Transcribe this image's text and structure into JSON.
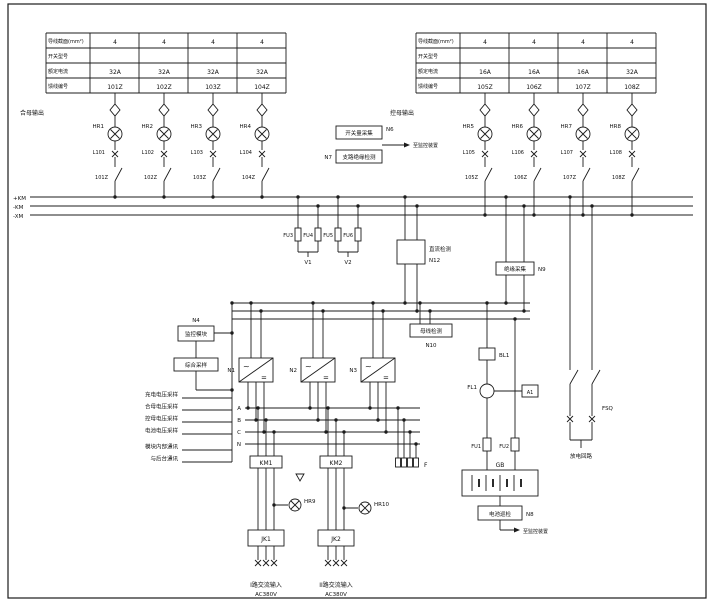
{
  "colors": {
    "ink": "#1c1c1c",
    "background": "#ffffff"
  },
  "tables": {
    "row_headers": [
      "导线截面(mm²)",
      "开关型号",
      "额定电流",
      "馈线编号"
    ],
    "left": {
      "group_label": "合母输出",
      "columns": [
        {
          "section": "4",
          "model": "",
          "current": "32A",
          "feeder": "101Z",
          "lamp": "HR1",
          "cable": "L101",
          "sw": "101Z"
        },
        {
          "section": "4",
          "model": "",
          "current": "32A",
          "feeder": "102Z",
          "lamp": "HR2",
          "cable": "L102",
          "sw": "102Z"
        },
        {
          "section": "4",
          "model": "",
          "current": "32A",
          "feeder": "103Z",
          "lamp": "HR3",
          "cable": "L103",
          "sw": "103Z"
        },
        {
          "section": "4",
          "model": "",
          "current": "32A",
          "feeder": "104Z",
          "lamp": "HR4",
          "cable": "L104",
          "sw": "104Z"
        }
      ]
    },
    "right": {
      "group_label": "控母输出",
      "columns": [
        {
          "section": "4",
          "model": "",
          "current": "16A",
          "feeder": "105Z",
          "lamp": "HR5",
          "cable": "L105",
          "sw": "105Z"
        },
        {
          "section": "4",
          "model": "",
          "current": "16A",
          "feeder": "106Z",
          "lamp": "HR6",
          "cable": "L106",
          "sw": "106Z"
        },
        {
          "section": "4",
          "model": "",
          "current": "16A",
          "feeder": "107Z",
          "lamp": "HR7",
          "cable": "L107",
          "sw": "107Z"
        },
        {
          "section": "4",
          "model": "",
          "current": "32A",
          "feeder": "108Z",
          "lamp": "HR8",
          "cable": "L108",
          "sw": "108Z"
        }
      ]
    }
  },
  "buses": {
    "labels": [
      "+KM",
      "-KM",
      "-XM"
    ]
  },
  "mid": {
    "n6_label": "开关量采集",
    "n6_tag": "N6",
    "n7_label": "支路绝缘检测",
    "n7_tag": "N7",
    "to_monitor": "至监控装置",
    "fu_labels": [
      "FU3",
      "FU4",
      "FU5",
      "FU6"
    ],
    "v_labels": [
      "V1",
      "V2"
    ],
    "n12_label": "直流检测",
    "n12_tag": "N12",
    "n9_label": "绝缘采集",
    "n9_tag": "N9",
    "n10_label": "母线检测",
    "n10_tag": "N10"
  },
  "monitor": {
    "n4_tag": "N4",
    "n4_label": "监控模块",
    "sampling_label": "综合采样",
    "signal_lines": [
      "充电电压采样",
      "合母电压采样",
      "控母电压采样",
      "电池电压采样"
    ],
    "comm_lines": [
      "模块内部通讯",
      "与后台通讯"
    ]
  },
  "rectifiers": {
    "tags": [
      "N1",
      "N2",
      "N3"
    ],
    "ac_symbol": "~",
    "dc_symbol": "="
  },
  "ac_section": {
    "phase_labels": [
      "A",
      "B",
      "C",
      "N"
    ],
    "surge_tag": "F",
    "groups": [
      {
        "contactor": "KM1",
        "lamp": "HR9",
        "breaker": "JK1",
        "input_line1": "I路交流输入",
        "input_line2": "AC380V"
      },
      {
        "contactor": "KM2",
        "lamp": "HR10",
        "breaker": "JK2",
        "input_line1": "II路交流输入",
        "input_line2": "AC380V"
      }
    ]
  },
  "battery": {
    "bl1_tag": "BL1",
    "fl1_tag": "FL1",
    "a1_tag": "A1",
    "fu1_tag": "FU1",
    "fu2_tag": "FU2",
    "pack_tag": "GB",
    "n8_label": "电池巡检",
    "n8_tag": "N8",
    "to_monitor": "至监控装置"
  },
  "discharge": {
    "tag": "FSQ",
    "label": "放电回路"
  }
}
